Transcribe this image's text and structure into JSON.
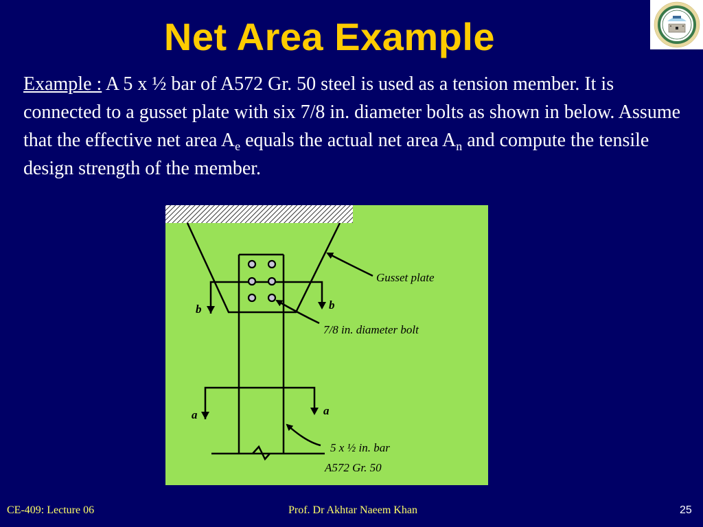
{
  "slide": {
    "title": "Net Area Example",
    "background_color": "#000066",
    "title_color": "#FFCC00",
    "logo": "university-seal-logo",
    "body": {
      "lead": "Example :",
      "part1": " A 5 x ½ bar of A572 Gr. 50 steel is used as a tension member. It is connected to a gusset plate with six 7/8 in. diameter bolts as shown in below. Assume that the effective net area A",
      "sub1": "e",
      "part2": " equals the actual net area A",
      "sub2": "n",
      "part3": " and compute the tensile design strength of the member."
    },
    "diagram": {
      "background_color": "#99E157",
      "labels": {
        "gusset_plate": "Gusset plate",
        "bolt": "7/8 in. diameter bolt",
        "bar_line1": "5 x ½ in. bar",
        "bar_line2": "A572 Gr. 50",
        "section_b_left": "b",
        "section_b_right": "b",
        "section_a_left": "a",
        "section_a_right": "a"
      },
      "bolt_count": 6,
      "bolt_fill": "#C8C4D8"
    },
    "footer": {
      "course": "CE-409: Lecture 06",
      "author": "Prof. Dr Akhtar Naeem Khan",
      "page_number": "25"
    }
  }
}
